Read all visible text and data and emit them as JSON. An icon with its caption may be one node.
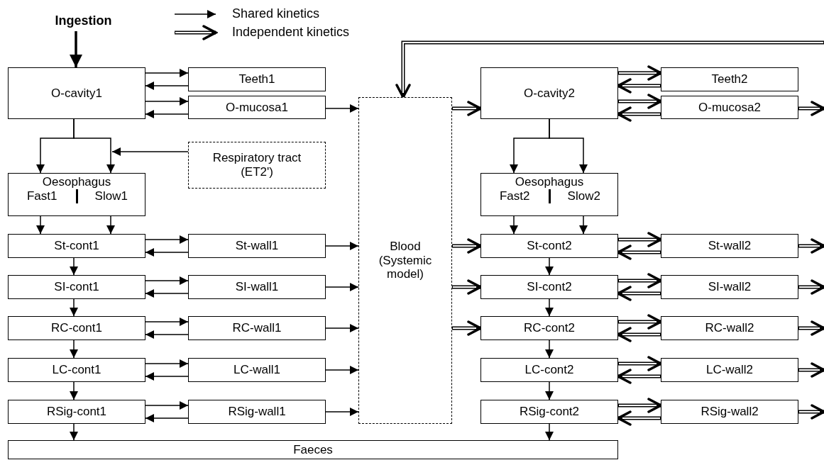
{
  "diagram": {
    "nodes": [
      {
        "text": [
          "Ingestion"
        ]
      },
      {
        "text": [
          "O-cavity1"
        ]
      },
      {
        "text": [
          "Teeth1"
        ]
      },
      {
        "text": [
          "O-mucosa1"
        ]
      },
      {
        "text": [
          "Respiratory tract (ET2')"
        ]
      },
      {
        "text": [
          "Oesophagus",
          "Fast1",
          "Slow1"
        ]
      },
      {
        "text": [
          "St-cont1"
        ]
      },
      {
        "text": [
          "St-wall1"
        ]
      },
      {
        "text": [
          "SI-cont1"
        ]
      },
      {
        "text": [
          "SI-wall1"
        ]
      },
      {
        "text": [
          "RC-cont1"
        ]
      },
      {
        "text": [
          "RC-wall1"
        ]
      },
      {
        "text": [
          "LC-cont1"
        ]
      },
      {
        "text": [
          "LC-wall1"
        ]
      },
      {
        "text": [
          "RSig-cont1"
        ]
      },
      {
        "text": [
          "RSig-wall1"
        ]
      },
      {
        "text": [
          "Blood (Systemic model)"
        ]
      },
      {
        "text": [
          "O-cavity2"
        ]
      },
      {
        "text": [
          "Teeth2"
        ]
      },
      {
        "text": [
          "O-mucosa2"
        ]
      },
      {
        "text": [
          "Oesophagus",
          "Fast2",
          "Slow2"
        ]
      },
      {
        "text": [
          "St-cont2"
        ]
      },
      {
        "text": [
          "St-wall2"
        ]
      },
      {
        "text": [
          "SI-cont2"
        ]
      },
      {
        "text": [
          "SI-wall2"
        ]
      },
      {
        "text": [
          "RC-cont2"
        ]
      },
      {
        "text": [
          "RC-wall2"
        ]
      },
      {
        "text": [
          "LC-cont2"
        ]
      },
      {
        "text": [
          "LC-wall2"
        ]
      },
      {
        "text": [
          "RSig-cont2"
        ]
      },
      {
        "text": [
          "RSig-wall2"
        ]
      },
      {
        "text": [
          "Faeces"
        ]
      }
    ],
    "edges": [
      {
        "from": 0,
        "to": 1,
        "arrow": "to",
        "style": "thick"
      },
      {
        "from": 1,
        "to": 2,
        "arrow": "to"
      },
      {
        "from": 2,
        "to": 1,
        "arrow": "to"
      },
      {
        "from": 1,
        "to": 3,
        "arrow": "to"
      },
      {
        "from": 3,
        "to": 1,
        "arrow": "to"
      },
      {
        "from": 3,
        "to": 16,
        "arrow": "to"
      },
      {
        "from": 1,
        "to": 5,
        "arrow": "to"
      },
      {
        "from": 1,
        "to": 5,
        "arrow": "to"
      },
      {
        "from": 4,
        "to": 5,
        "arrow": "to"
      },
      {
        "from": 5,
        "to": 6,
        "arrow": "to"
      },
      {
        "from": 5,
        "to": 6,
        "arrow": "to"
      },
      {
        "from": 6,
        "to": 7,
        "arrow": "to"
      },
      {
        "from": 7,
        "to": 6,
        "arrow": "to"
      },
      {
        "from": 7,
        "to": 16,
        "arrow": "to"
      },
      {
        "from": 6,
        "to": 8,
        "arrow": "to"
      },
      {
        "from": 8,
        "to": 9,
        "arrow": "to"
      },
      {
        "from": 9,
        "to": 8,
        "arrow": "to"
      },
      {
        "from": 9,
        "to": 16,
        "arrow": "to"
      },
      {
        "from": 8,
        "to": 10,
        "arrow": "to"
      },
      {
        "from": 10,
        "to": 11,
        "arrow": "to"
      },
      {
        "from": 11,
        "to": 10,
        "arrow": "to"
      },
      {
        "from": 11,
        "to": 16,
        "arrow": "to"
      },
      {
        "from": 10,
        "to": 12,
        "arrow": "to"
      },
      {
        "from": 12,
        "to": 13,
        "arrow": "to"
      },
      {
        "from": 13,
        "to": 12,
        "arrow": "to"
      },
      {
        "from": 13,
        "to": 16,
        "arrow": "to"
      },
      {
        "from": 12,
        "to": 14,
        "arrow": "to"
      },
      {
        "from": 14,
        "to": 15,
        "arrow": "to"
      },
      {
        "from": 15,
        "to": 14,
        "arrow": "to"
      },
      {
        "from": 15,
        "to": 16,
        "arrow": "to"
      },
      {
        "from": 14,
        "to": 31,
        "arrow": "to"
      },
      {
        "from": null,
        "to": 16,
        "arrow": "to",
        "style": "thick"
      },
      {
        "from": 16,
        "to": 17,
        "arrow": "to",
        "style": "thick"
      },
      {
        "from": 17,
        "to": 18,
        "arrow": "to",
        "style": "thick"
      },
      {
        "from": 18,
        "to": 17,
        "arrow": "to",
        "style": "thick"
      },
      {
        "from": 17,
        "to": 19,
        "arrow": "to",
        "style": "thick"
      },
      {
        "from": 19,
        "to": 17,
        "arrow": "to",
        "style": "thick"
      },
      {
        "from": 19,
        "to": null,
        "arrow": "to",
        "style": "thick"
      },
      {
        "from": 17,
        "to": 20,
        "arrow": "to"
      },
      {
        "from": 17,
        "to": 20,
        "arrow": "to"
      },
      {
        "from": 20,
        "to": 21,
        "arrow": "to"
      },
      {
        "from": 20,
        "to": 21,
        "arrow": "to"
      },
      {
        "from": 16,
        "to": 21,
        "arrow": "to",
        "style": "thick"
      },
      {
        "from": 21,
        "to": 22,
        "arrow": "to",
        "style": "thick"
      },
      {
        "from": 22,
        "to": 21,
        "arrow": "to",
        "style": "thick"
      },
      {
        "from": 22,
        "to": null,
        "arrow": "to",
        "style": "thick"
      },
      {
        "from": 21,
        "to": 23,
        "arrow": "to"
      },
      {
        "from": 16,
        "to": 23,
        "arrow": "to",
        "style": "thick"
      },
      {
        "from": 23,
        "to": 24,
        "arrow": "to",
        "style": "thick"
      },
      {
        "from": 24,
        "to": 23,
        "arrow": "to",
        "style": "thick"
      },
      {
        "from": 24,
        "to": null,
        "arrow": "to",
        "style": "thick"
      },
      {
        "from": 23,
        "to": 25,
        "arrow": "to"
      },
      {
        "from": 16,
        "to": 25,
        "arrow": "to",
        "style": "thick"
      },
      {
        "from": 25,
        "to": 26,
        "arrow": "to",
        "style": "thick"
      },
      {
        "from": 26,
        "to": 25,
        "arrow": "to",
        "style": "thick"
      },
      {
        "from": 26,
        "to": null,
        "arrow": "to",
        "style": "thick"
      },
      {
        "from": 25,
        "to": 27,
        "arrow": "to"
      },
      {
        "from": 27,
        "to": 28,
        "arrow": "to",
        "style": "thick"
      },
      {
        "from": 28,
        "to": 27,
        "arrow": "to",
        "style": "thick"
      },
      {
        "from": 28,
        "to": null,
        "arrow": "to",
        "style": "thick"
      },
      {
        "from": 27,
        "to": 29,
        "arrow": "to"
      },
      {
        "from": 29,
        "to": 30,
        "arrow": "to",
        "style": "thick"
      },
      {
        "from": 30,
        "to": 29,
        "arrow": "to",
        "style": "thick"
      },
      {
        "from": 30,
        "to": null,
        "arrow": "to",
        "style": "thick"
      },
      {
        "from": 29,
        "to": 31,
        "arrow": "to"
      }
    ],
    "legend": [
      {
        "text": "Shared kinetics"
      },
      {
        "text": "Independent kinetics"
      }
    ]
  }
}
